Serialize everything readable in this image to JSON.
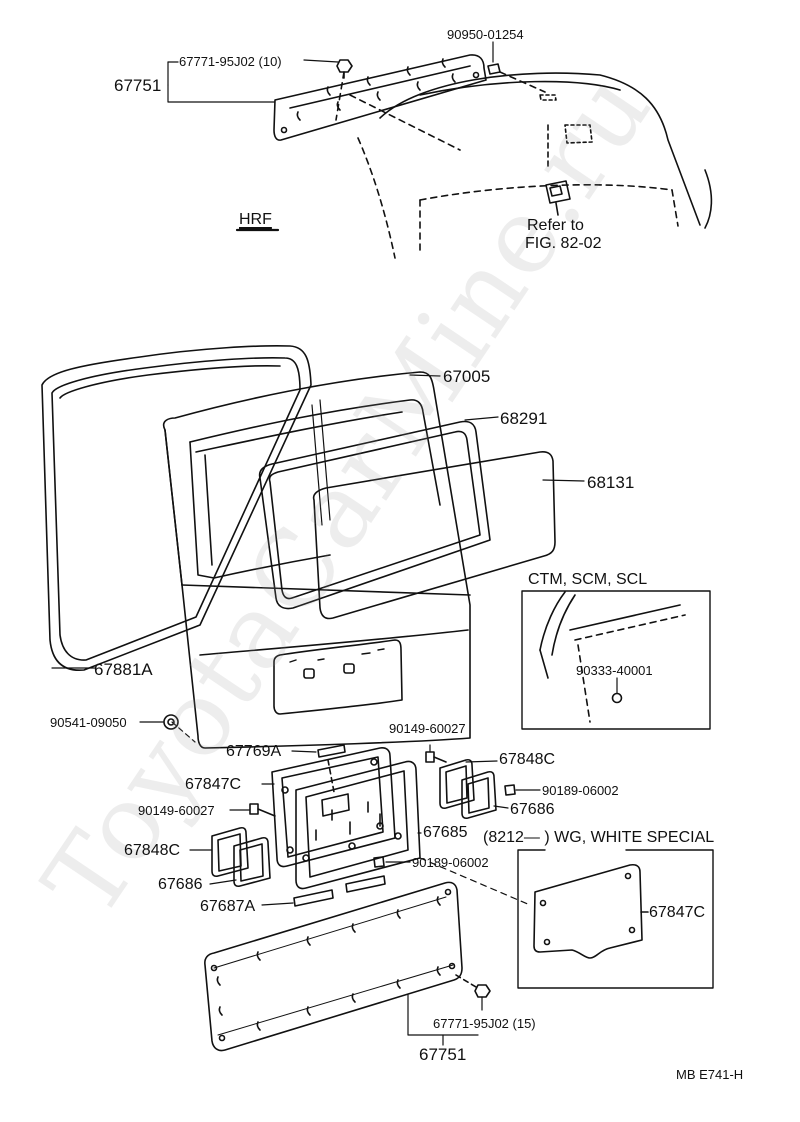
{
  "labels": {
    "upper_67751": "67751",
    "upper_67771": "67771-95J02 (10)",
    "p_90950": "90950-01254",
    "hrf": "HRF",
    "refer_to": "Refer to",
    "fig_ref": "FIG. 82-02",
    "p_67005": "67005",
    "p_68291": "68291",
    "p_68131": "68131",
    "inset_ctm_title": "CTM, SCM, SCL",
    "p_90333": "90333-40001",
    "p_67881a": "67881A",
    "p_90541": "90541-09050",
    "p_67769a": "67769A",
    "p_90149_r": "90149-60027",
    "p_67848c_r": "67848C",
    "p_90189_r": "90189-06002",
    "p_67686_r": "67686",
    "p_67847c_l": "67847C",
    "p_90149_l": "90149-60027",
    "p_67685": "67685",
    "wg_note": "(8212—          ) WG, WHITE  SPECIAL",
    "p_67848c_l": "67848C",
    "p_90189_m": "90189-06002",
    "p_67686_l": "67686",
    "p_67847c_inset": "67847C",
    "p_67687a": "67687A",
    "lower_67771": "67771-95J02 (15)",
    "lower_67751": "67751",
    "footer_code": "MB  E741-H"
  },
  "watermark": "ToyotaCarMine.ru",
  "colors": {
    "ink": "#111111",
    "watermark": "#969696"
  }
}
